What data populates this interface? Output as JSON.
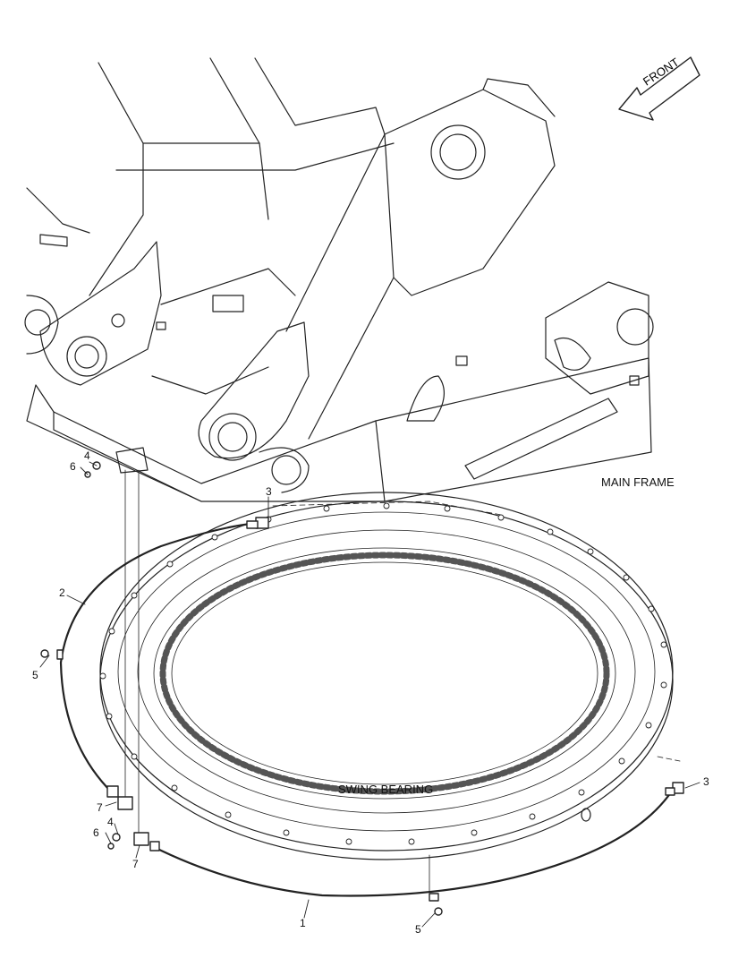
{
  "labels": {
    "main_frame": "MAIN FRAME",
    "swing_bearing": "SWING BEARING",
    "front": "FRONT"
  },
  "callouts": {
    "c1": "1",
    "c2": "2",
    "c3a": "3",
    "c3b": "3",
    "c4a": "4",
    "c4b": "4",
    "c5a": "5",
    "c5b": "5",
    "c6a": "6",
    "c6b": "6",
    "c7a": "7",
    "c7b": "7"
  }
}
